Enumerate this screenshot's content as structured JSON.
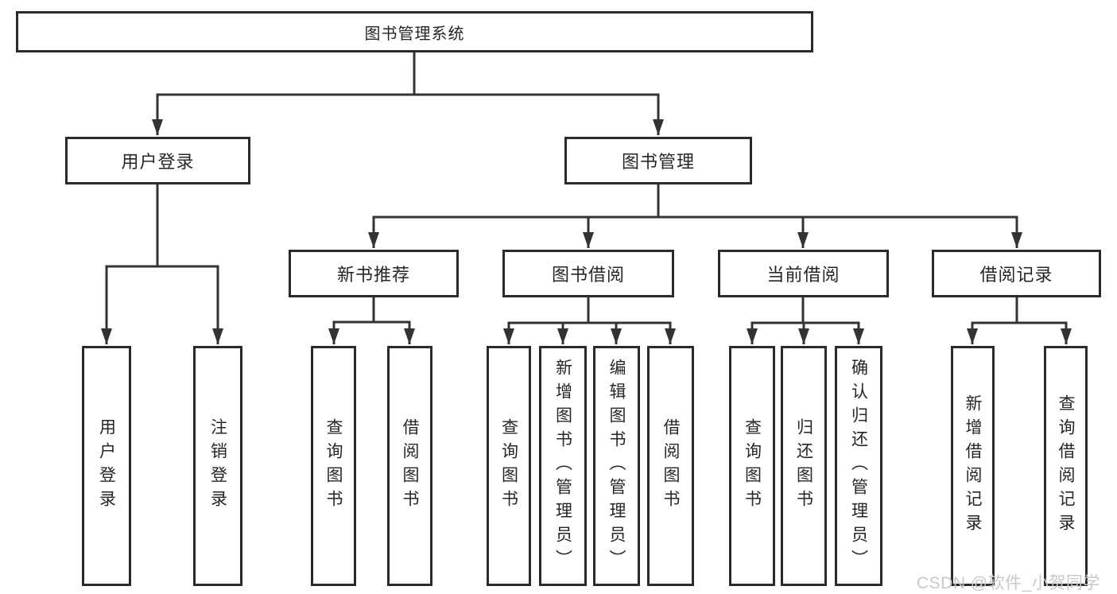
{
  "diagram": {
    "type": "hierarchy-chart",
    "root": {
      "label": "图书管理系统"
    },
    "level2": [
      {
        "label": "用户登录"
      },
      {
        "label": "图书管理"
      }
    ],
    "level3": [
      {
        "label": "新书推荐"
      },
      {
        "label": "图书借阅"
      },
      {
        "label": "当前借阅"
      },
      {
        "label": "借阅记录"
      }
    ],
    "leaves": {
      "user_login": [
        "用户登录",
        "注销登录"
      ],
      "new_books": [
        "查询图书",
        "借阅图书"
      ],
      "borrow": [
        "查询图书",
        "新增图书（管理员）",
        "编辑图书（管理员）",
        "借阅图书"
      ],
      "current": [
        "查询图书",
        "归还图书",
        "确认归还（管理员）"
      ],
      "records": [
        "新增借阅记录",
        "查询借阅记录"
      ]
    },
    "colors": {
      "line": "#333333",
      "box_border": "#2b2b2b",
      "box_fill": "#ffffff",
      "text": "#262626",
      "watermark": "#c8c8c8"
    }
  },
  "watermark": "CSDN @软件_小贺同学"
}
